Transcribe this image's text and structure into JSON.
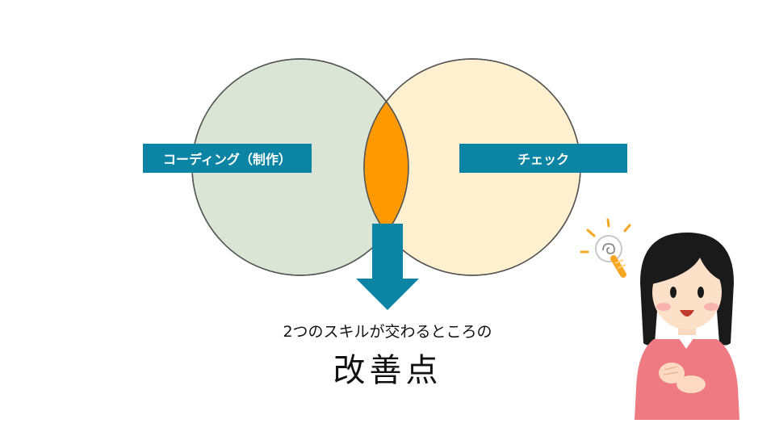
{
  "diagram": {
    "left_circle_label": "コーディング（制作）",
    "right_circle_label": "チェック",
    "caption_sub": "2つのスキルが交わるところの",
    "caption_main": "改善点"
  },
  "colors": {
    "left_circle": "#dbe5d5",
    "right_circle": "#fff1d0",
    "overlap": "#ff9900",
    "label_bg": "#0b85a3",
    "arrow": "#0b85a3"
  },
  "illustration": {
    "subject": "woman-with-lightbulb-idea",
    "icon": "lightbulb-icon"
  }
}
